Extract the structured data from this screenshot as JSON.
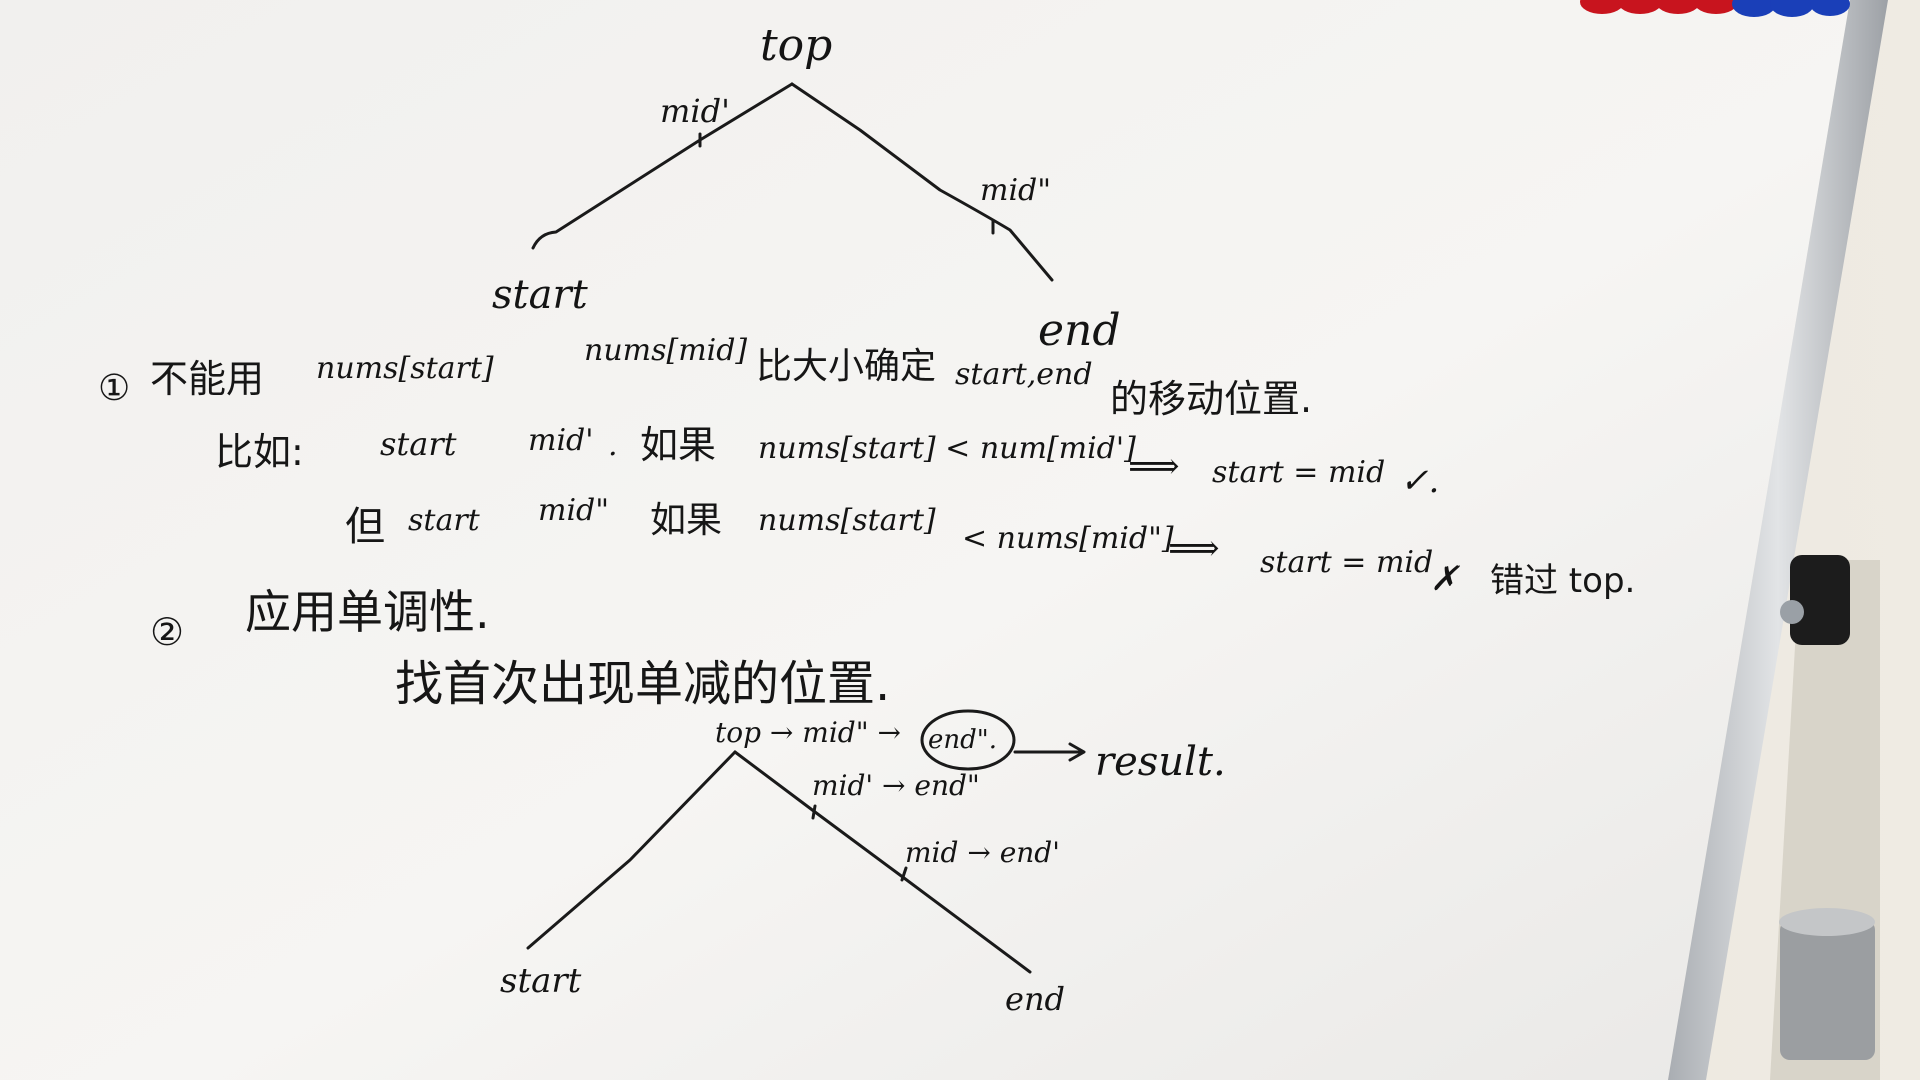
{
  "image": {
    "scene": "whiteboard-photo"
  },
  "diagram1": {
    "top": "top",
    "mid1": "mid'",
    "mid2": "mid\"",
    "start": "start",
    "end": "end"
  },
  "notes": {
    "line1_num": "①",
    "line1_a": "不能用",
    "line1_b": "nums[start]",
    "line1_c": "nums[mid]",
    "line1_d": "比大小确定",
    "line1_e": "start,end",
    "line1_f": "的移动位置.",
    "line2_a": "比如:",
    "line2_b": "start",
    "line2_c": "mid'",
    "line2_d": ".",
    "line2_e": "如果",
    "line2_f": "nums[start] < num[mid']",
    "line2_g": "⟹",
    "line2_h": "start = mid",
    "line2_i": "✓.",
    "line3_a": "但",
    "line3_b": "start",
    "line3_c": "mid\"",
    "line3_d": "如果",
    "line3_e": "nums[start]",
    "line3_f": "< nums[mid\"]",
    "line3_g": "⟹",
    "line3_h": "start = mid",
    "line3_i": "✗",
    "line3_j": "错过 top.",
    "line4_num": "②",
    "line4_a": "应用单调性.",
    "line5_a": "找首次出现单减的位置."
  },
  "diagram2": {
    "chain1": "top → mid\" →",
    "chain1_end": "end\".",
    "chain1_arrow": "→",
    "result": "result.",
    "chain2": "mid' → end\"",
    "chain3": "mid → end'",
    "start": "start",
    "end": "end"
  },
  "colors": {
    "board": "#f4f3f1",
    "ink": "#1a1a1a",
    "frame": "#c9ccd0",
    "magnet_red": "#c8141e",
    "magnet_blue": "#1a3fb8"
  }
}
